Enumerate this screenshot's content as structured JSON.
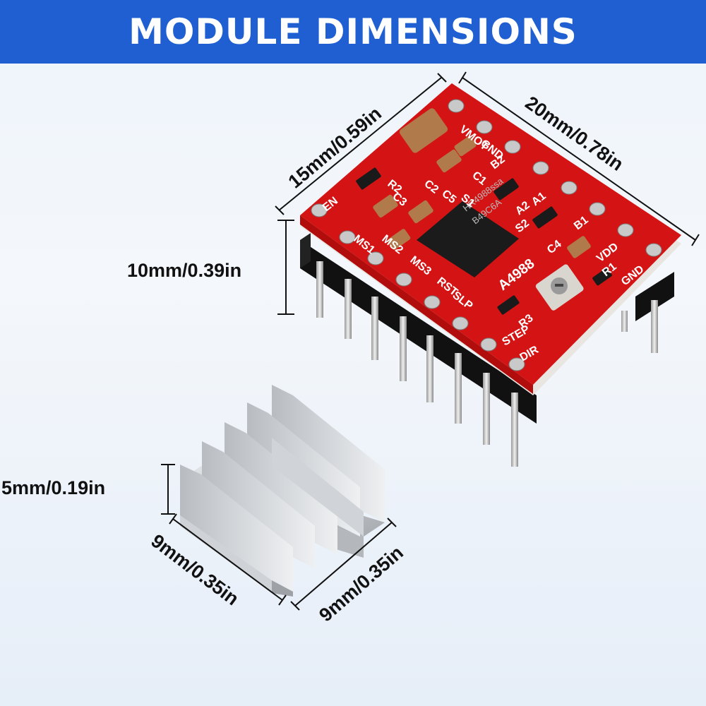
{
  "header": {
    "title": "MODULE DIMENSIONS"
  },
  "dimensions": {
    "board_width": "15mm/0.59in",
    "board_length": "20mm/0.78in",
    "board_height": "10mm/0.39in",
    "heatsink_height": "5mm/0.19in",
    "heatsink_width": "9mm/0.35in",
    "heatsink_depth": "9mm/0.35in"
  },
  "board_labels": {
    "chip_line1": "HR4988ssa",
    "chip_line2": "B49C6A",
    "model": "A4988",
    "en": "EN",
    "ms1": "MS1",
    "ms2": "MS2",
    "ms3": "MS3",
    "rst": "RST",
    "slp": "SLP",
    "step": "STEP",
    "dir": "DIR",
    "vmot": "VMOT",
    "gnd_top": "GND",
    "b2": "B2",
    "b1": "B1",
    "a2": "A2",
    "a1": "A1",
    "vdd": "VDD",
    "gnd": "GND",
    "r2": "R2",
    "r3": "R3",
    "r1": "R1",
    "c2": "C2",
    "c3": "C3",
    "c4": "C4",
    "c5": "C5",
    "c1": "C1",
    "s1": "S1",
    "s2": "S2"
  },
  "colors": {
    "header_bg": "#1f5fd1",
    "pcb_red": "#d41414",
    "heatsink": "#c9ccd0"
  }
}
